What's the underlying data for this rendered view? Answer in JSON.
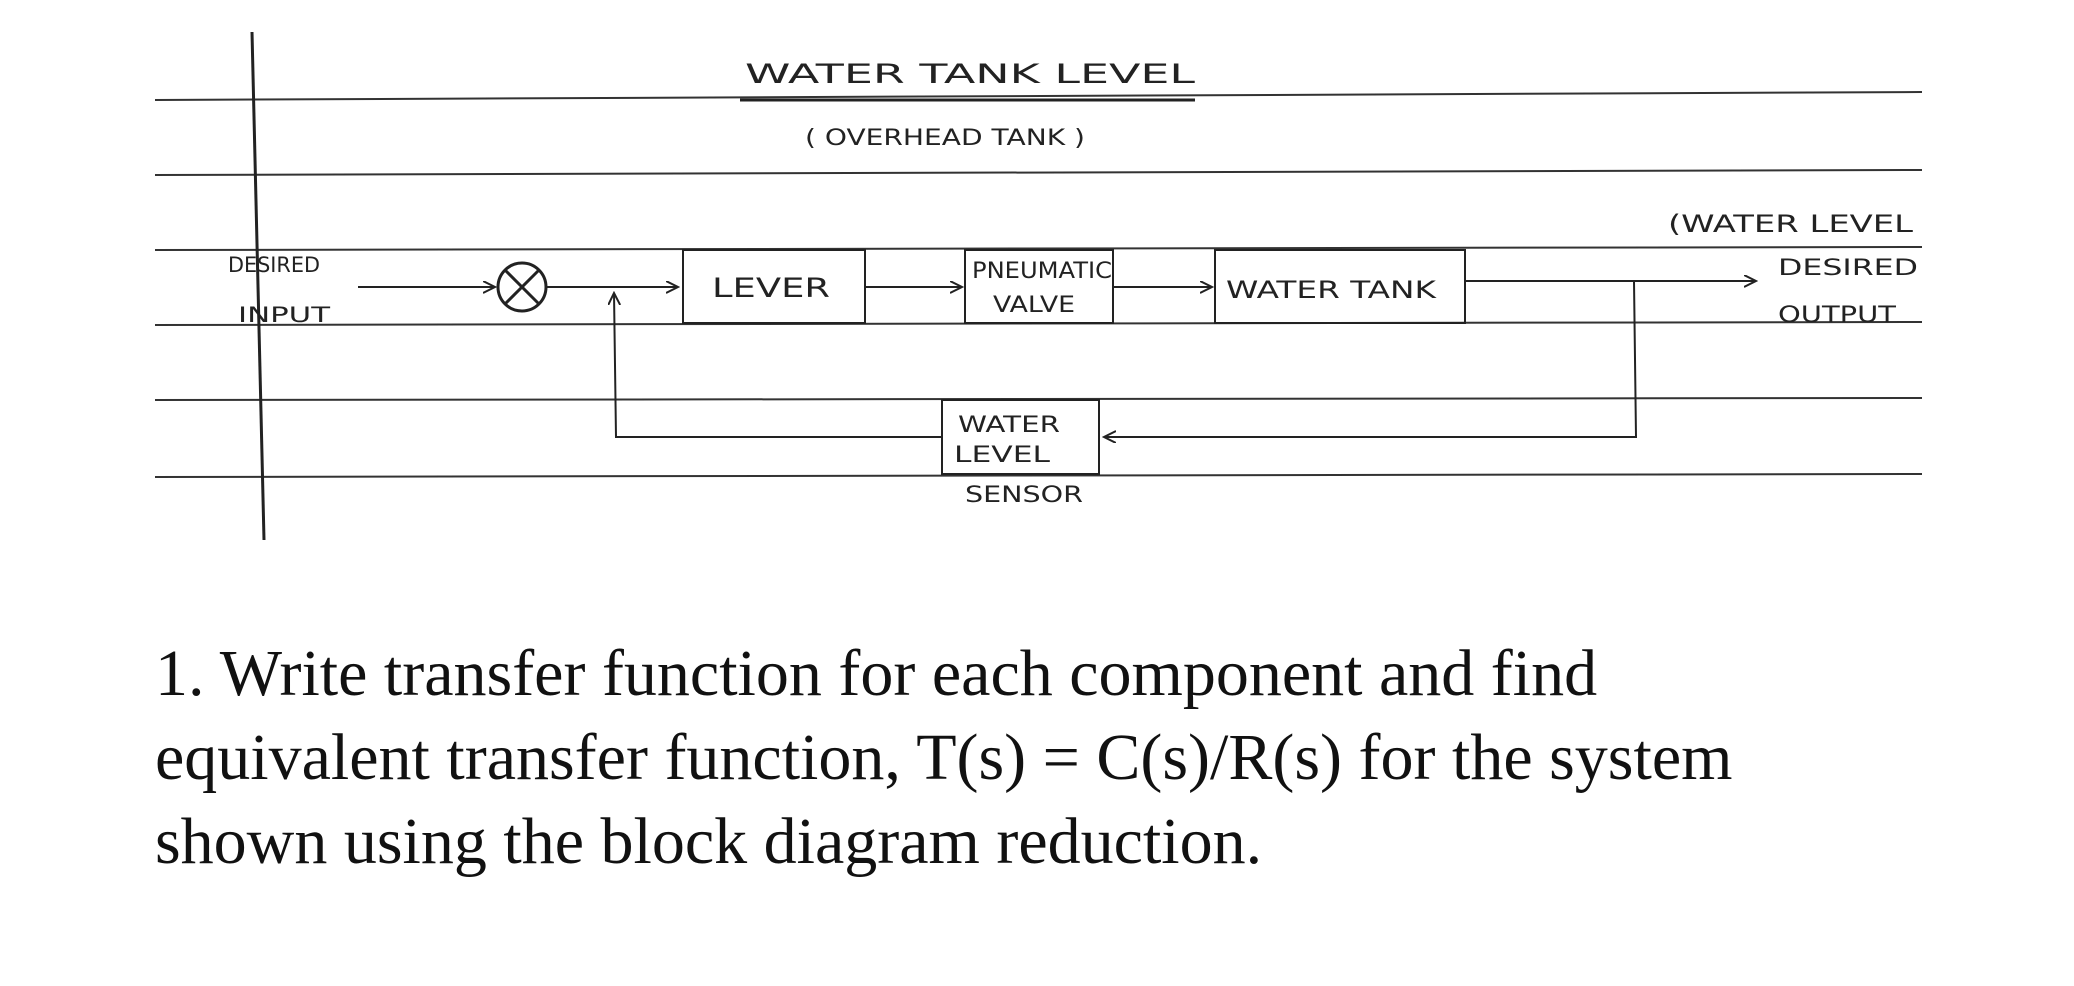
{
  "diagram": {
    "title": "WATER   TANK   LEVEL",
    "subtitle": "( OVERHEAD  TANK )",
    "blocks": {
      "lever": "LEVER",
      "pneumatic_line1": "PNEUMATIC",
      "pneumatic_line2": "VALVE",
      "water_tank": "WATER  TANK",
      "sensor_line1": "WATER",
      "sensor_line2": "LEVEL",
      "sensor_caption": "SENSOR"
    },
    "input": {
      "line1": "DESIRED",
      "line2": "INPUT"
    },
    "output": {
      "note": "(WATER LEVEL",
      "line1": "DESIRED",
      "line2": "OUTPUT"
    },
    "summing_junction_symbol": "⊗"
  },
  "question": {
    "line1": "1. Write transfer function for each component and find",
    "line2": "equivalent transfer function, T(s) = C(s)/R(s) for the system",
    "line3": "shown using the block diagram reduction."
  }
}
